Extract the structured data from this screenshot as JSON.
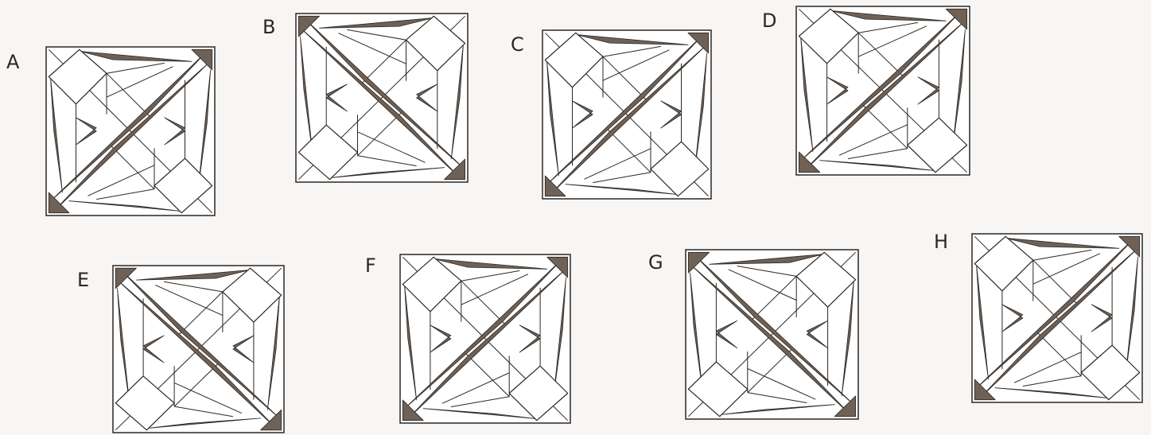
{
  "colors": {
    "ink": "#2b2724",
    "fill": "#6f6156",
    "paper": "#ffffff",
    "background": "#f7f6f4"
  },
  "options": [
    {
      "label": "A",
      "pattern": "tl-br-fold"
    },
    {
      "label": "B",
      "pattern": "tr-bl-fold"
    },
    {
      "label": "C",
      "pattern": "tl-br-fold"
    },
    {
      "label": "D",
      "pattern": "tl-br-fold"
    },
    {
      "label": "E",
      "pattern": "tr-bl-fold"
    },
    {
      "label": "F",
      "pattern": "tl-br-fold"
    },
    {
      "label": "G",
      "pattern": "tr-bl-fold"
    },
    {
      "label": "H",
      "pattern": "tl-br-fold"
    }
  ]
}
